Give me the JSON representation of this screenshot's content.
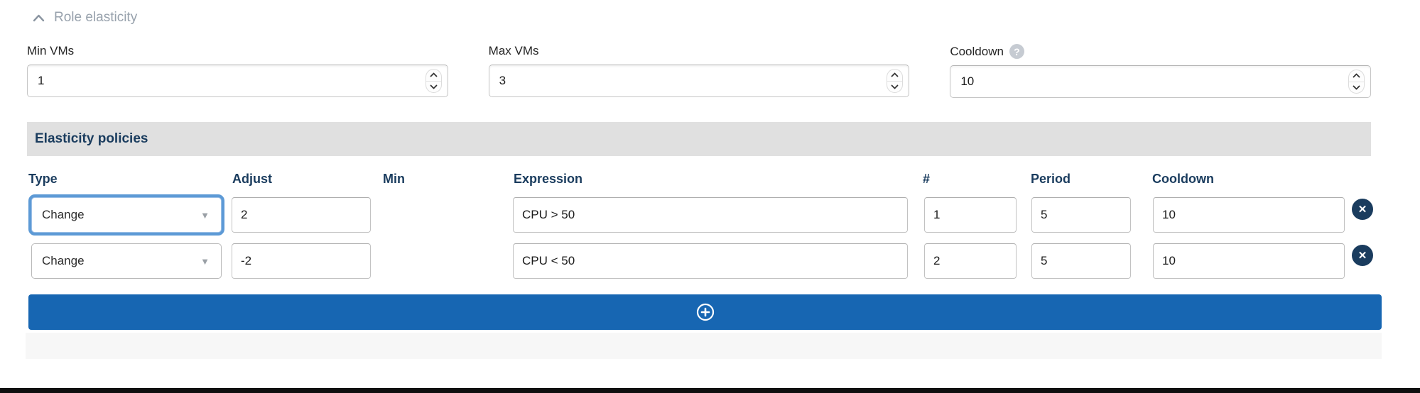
{
  "section": {
    "title": "Role elasticity"
  },
  "fields": {
    "min_vms": {
      "label": "Min VMs",
      "value": "1"
    },
    "max_vms": {
      "label": "Max VMs",
      "value": "3"
    },
    "cooldown": {
      "label": "Cooldown",
      "value": "10",
      "help_glyph": "?"
    }
  },
  "policies": {
    "title": "Elasticity policies",
    "columns": [
      "Type",
      "Adjust",
      "Min",
      "Expression",
      "#",
      "Period",
      "Cooldown"
    ],
    "rows": [
      {
        "type": "Change",
        "adjust": "2",
        "min": "",
        "expression": "CPU > 50",
        "count": "1",
        "period": "5",
        "cooldown": "10"
      },
      {
        "type": "Change",
        "adjust": "-2",
        "min": "",
        "expression": "CPU < 50",
        "count": "2",
        "period": "5",
        "cooldown": "10"
      }
    ],
    "delete_glyph": "✕"
  },
  "icons": {
    "collapse": "chevron-up-icon",
    "help": "question-mark-icon",
    "select_arrow": "triangle-down-icon",
    "delete": "close-circle-icon",
    "add": "plus-circle-icon"
  },
  "colors": {
    "accent_blue": "#1766b2",
    "navy_text": "#1a3c5e",
    "policies_bar_gray": "#e0e0e0",
    "focus_ring_blue": "#5d9ad6",
    "section_title_gray": "#97a1ac"
  }
}
